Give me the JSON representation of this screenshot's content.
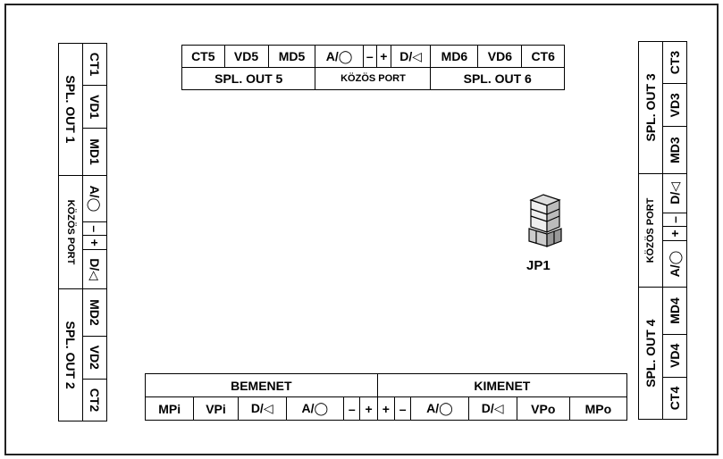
{
  "top": {
    "row1": [
      "CT5",
      "VD5",
      "MD5",
      "A/◯",
      "–",
      "+",
      "D/◁",
      "MD6",
      "VD6",
      "CT6"
    ],
    "row2": [
      "SPL. OUT 5",
      "KÖZÖS PORT",
      "SPL. OUT 6"
    ]
  },
  "left": {
    "row1": [
      "CT1",
      "VD1",
      "MD1",
      "A/◯",
      "–",
      "+",
      "D/◁",
      "MD2",
      "VD2",
      "CT2"
    ],
    "row2": [
      "SPL. OUT 1",
      "KÖZÖS PORT",
      "SPL. OUT 2"
    ]
  },
  "right": {
    "row1": [
      "CT4",
      "VD4",
      "MD4",
      "A/◯",
      "+",
      "–",
      "D/◁",
      "MD3",
      "VD3",
      "CT3"
    ],
    "row2": [
      "SPL. OUT 4",
      "KÖZÖS PORT",
      "SPL. OUT 3"
    ]
  },
  "bottom": {
    "headers": [
      "BEMENET",
      "KIMENET"
    ],
    "row": [
      "MPi",
      "VPi",
      "D/◁",
      "A/◯",
      "–",
      "+",
      "+",
      "–",
      "A/◯",
      "D/◁",
      "VPo",
      "MPo"
    ]
  },
  "jumper": {
    "label": "JP1"
  }
}
